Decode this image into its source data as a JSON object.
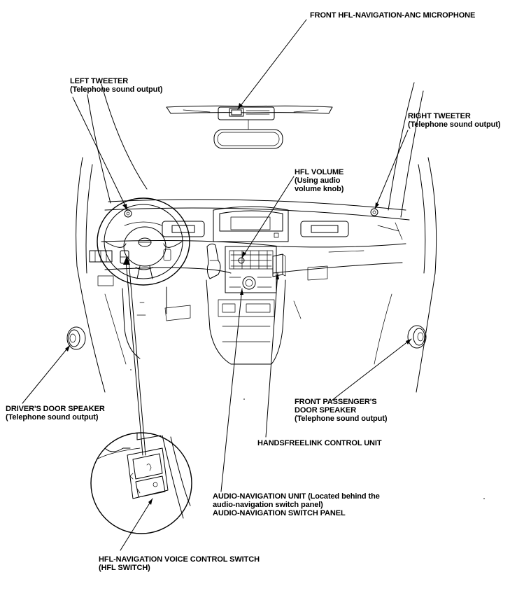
{
  "labels": {
    "mic": "FRONT HFL-NAVIGATION-ANC MICROPHONE",
    "left_tweeter": "LEFT TWEETER",
    "left_tweeter_sub": "(Telephone sound output)",
    "right_tweeter": "RIGHT TWEETER",
    "right_tweeter_sub": "(Telephone sound output)",
    "hfl_volume": "HFL VOLUME",
    "hfl_volume_sub1": "(Using audio",
    "hfl_volume_sub2": "volume knob)",
    "drivers_speaker": "DRIVER'S DOOR SPEAKER",
    "drivers_speaker_sub": "(Telephone sound output)",
    "passenger_speaker1": "FRONT PASSENGER'S",
    "passenger_speaker2": "DOOR SPEAKER",
    "passenger_speaker_sub": "(Telephone sound output)",
    "handsfreelink_unit": "HANDSFREELINK CONTROL UNIT",
    "audio_nav_unit1": "AUDIO-NAVIGATION UNIT (Located behind the",
    "audio_nav_unit2": "audio-navigation switch panel)",
    "audio_nav_panel": "AUDIO-NAVIGATION SWITCH PANEL",
    "voice_switch1": "HFL-NAVIGATION VOICE CONTROL SWITCH",
    "voice_switch2": "(HFL SWITCH)"
  }
}
